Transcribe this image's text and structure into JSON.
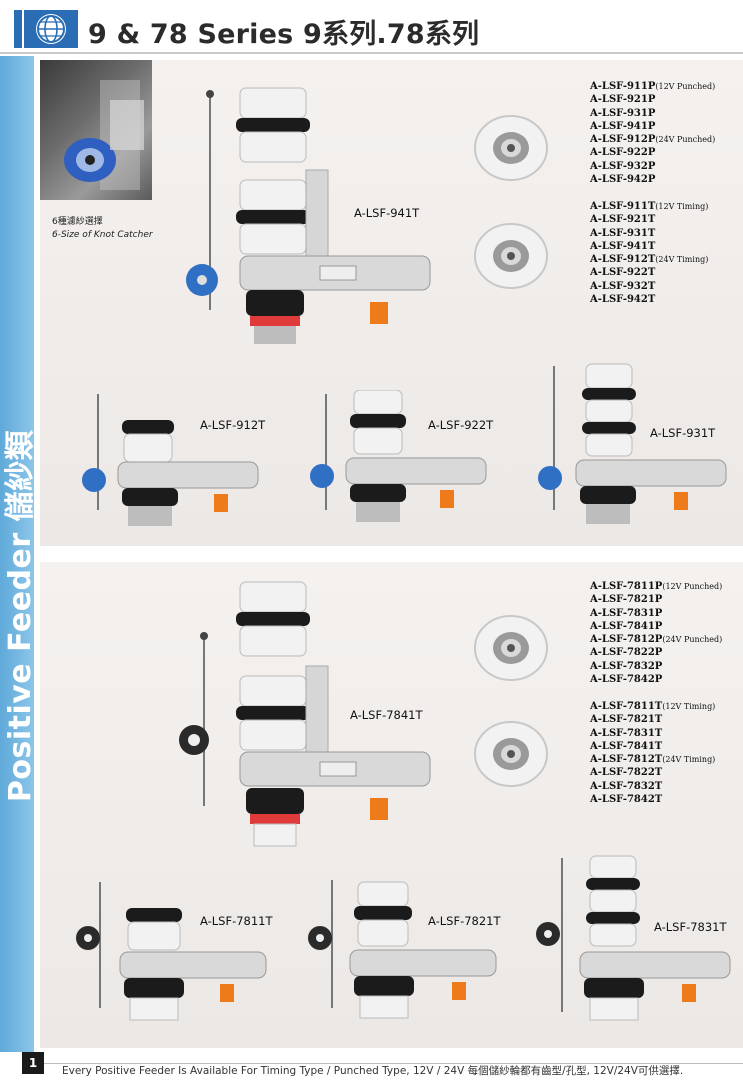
{
  "header": {
    "title": "9 & 78 Series  9系列.78系列",
    "logo_icon": "globe-logo-icon"
  },
  "sidebar": {
    "text": "Positive Feeder 儲紗類"
  },
  "top_panel": {
    "inset_caption_cn": "6種濾紗選擇",
    "inset_caption_en": "6-Size of Knot Catcher",
    "main_label": "A-LSF-941T",
    "punched_models": [
      {
        "model": "A-LSF-911P",
        "note": "(12V Punched)"
      },
      {
        "model": "A-LSF-921P",
        "note": ""
      },
      {
        "model": "A-LSF-931P",
        "note": ""
      },
      {
        "model": "A-LSF-941P",
        "note": ""
      },
      {
        "model": "A-LSF-912P",
        "note": "(24V Punched)"
      },
      {
        "model": "A-LSF-922P",
        "note": ""
      },
      {
        "model": "A-LSF-932P",
        "note": ""
      },
      {
        "model": "A-LSF-942P",
        "note": ""
      }
    ],
    "timing_models": [
      {
        "model": "A-LSF-911T",
        "note": "(12V Timing)"
      },
      {
        "model": "A-LSF-921T",
        "note": ""
      },
      {
        "model": "A-LSF-931T",
        "note": ""
      },
      {
        "model": "A-LSF-941T",
        "note": ""
      },
      {
        "model": "A-LSF-912T",
        "note": "(24V Timing)"
      },
      {
        "model": "A-LSF-922T",
        "note": ""
      },
      {
        "model": "A-LSF-932T",
        "note": ""
      },
      {
        "model": "A-LSF-942T",
        "note": ""
      }
    ],
    "small_labels": [
      "A-LSF-912T",
      "A-LSF-922T",
      "A-LSF-931T"
    ]
  },
  "bottom_panel": {
    "main_label": "A-LSF-7841T",
    "punched_models": [
      {
        "model": "A-LSF-7811P",
        "note": "(12V Punched)"
      },
      {
        "model": "A-LSF-7821P",
        "note": ""
      },
      {
        "model": "A-LSF-7831P",
        "note": ""
      },
      {
        "model": "A-LSF-7841P",
        "note": ""
      },
      {
        "model": "A-LSF-7812P",
        "note": "(24V Punched)"
      },
      {
        "model": "A-LSF-7822P",
        "note": ""
      },
      {
        "model": "A-LSF-7832P",
        "note": ""
      },
      {
        "model": "A-LSF-7842P",
        "note": ""
      }
    ],
    "timing_models": [
      {
        "model": "A-LSF-7811T",
        "note": "(12V Timing)"
      },
      {
        "model": "A-LSF-7821T",
        "note": ""
      },
      {
        "model": "A-LSF-7831T",
        "note": ""
      },
      {
        "model": "A-LSF-7841T",
        "note": ""
      },
      {
        "model": "A-LSF-7812T",
        "note": "(24V Timing)"
      },
      {
        "model": "A-LSF-7822T",
        "note": ""
      },
      {
        "model": "A-LSF-7832T",
        "note": ""
      },
      {
        "model": "A-LSF-7842T",
        "note": ""
      }
    ],
    "small_labels": [
      "A-LSF-7811T",
      "A-LSF-7821T",
      "A-LSF-7831T"
    ]
  },
  "footer": {
    "page_number": "1",
    "text": "Every Positive Feeder Is Available For Timing Type / Punched Type, 12V / 24V   每個儲紗輪都有齒型/孔型, 12V/24V可供選擇."
  },
  "colors": {
    "sidebar_blue": "#6db3e0",
    "panel_bg": "#efebe9",
    "pulley_white": "#f2f2f2",
    "band_black": "#1b1b1b",
    "accent_red": "#e03a3a",
    "accent_orange": "#ef7a1a",
    "roller_blue": "#2f6fc4"
  }
}
